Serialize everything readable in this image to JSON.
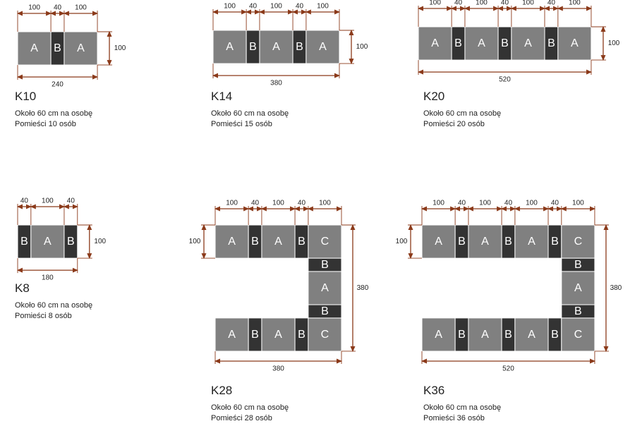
{
  "colors": {
    "tile_light": "#808080",
    "tile_dark": "#333333",
    "tile_edge": "#ffffff",
    "dimension": "#8b3a1a",
    "letter": "#ffffff"
  },
  "layouts": [
    {
      "name": "K10",
      "line1": "Około 60 cm na osobę",
      "line2": "Pomieści  10 osób",
      "top": [
        "100",
        "40",
        "100"
      ],
      "width": "240",
      "height": "100",
      "tiles": [
        "A",
        "B",
        "A"
      ]
    },
    {
      "name": "K14",
      "line1": "Około 60 cm na osobę",
      "line2": "Pomieści  15 osób",
      "top": [
        "100",
        "40",
        "100",
        "40",
        "100"
      ],
      "width": "380",
      "height": "100",
      "tiles": [
        "A",
        "B",
        "A",
        "B",
        "A"
      ]
    },
    {
      "name": "K20",
      "line1": "Około 60 cm na osobę",
      "line2": "Pomieści  20 osób",
      "top": [
        "100",
        "40",
        "100",
        "40",
        "100",
        "40",
        "100"
      ],
      "width": "520",
      "height": "100",
      "tiles": [
        "A",
        "B",
        "A",
        "B",
        "A",
        "B",
        "A"
      ]
    },
    {
      "name": "K8",
      "line1": "Około 60 cm na osobę",
      "line2": "Pomieści  8 osób",
      "top": [
        "40",
        "100",
        "40"
      ],
      "width": "180",
      "height": "100",
      "tiles": [
        "B",
        "A",
        "B"
      ]
    },
    {
      "name": "K28",
      "line1": "Około 60 cm na osobę",
      "line2": "Pomieści  28 osób",
      "top": [
        "100",
        "40",
        "100",
        "40",
        "100"
      ],
      "width": "380",
      "height": "100",
      "side": "380",
      "tiles_top": [
        "A",
        "B",
        "A",
        "B",
        "C"
      ],
      "tiles_side": [
        "B",
        "A",
        "B"
      ],
      "tiles_bottom": [
        "A",
        "B",
        "A",
        "B",
        "C"
      ]
    },
    {
      "name": "K36",
      "line1": "Około 60 cm na osobę",
      "line2": "Pomieści  36 osób",
      "top": [
        "100",
        "40",
        "100",
        "40",
        "100",
        "40",
        "100"
      ],
      "width": "520",
      "height": "100",
      "side": "380",
      "tiles_top": [
        "A",
        "B",
        "A",
        "B",
        "A",
        "B",
        "C"
      ],
      "tiles_side": [
        "B",
        "A",
        "B"
      ],
      "tiles_bottom": [
        "A",
        "B",
        "A",
        "B",
        "A",
        "B",
        "C"
      ]
    }
  ]
}
